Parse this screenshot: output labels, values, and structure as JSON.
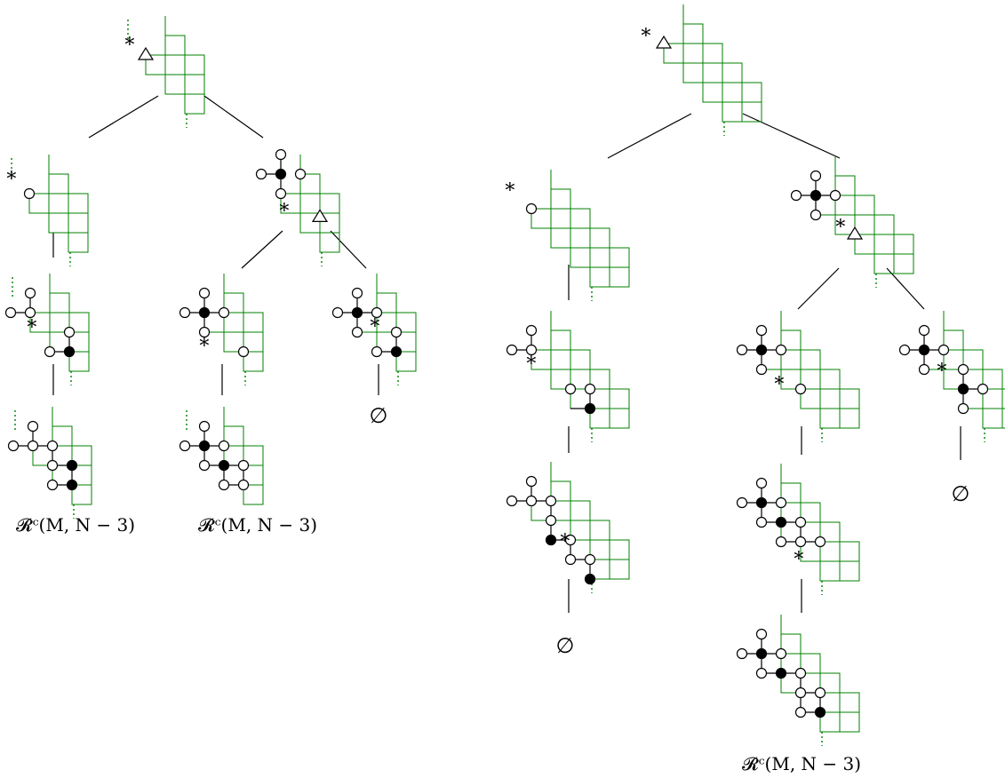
{
  "labels": {
    "rc_left_1": "𝓡ᶜ(M, N − 3)",
    "rc_left_2": "𝓡ᶜ(M, N − 3)",
    "rc_right": "𝓡ᶜ(M, N − 3)",
    "empty_1": "∅",
    "empty_2": "∅",
    "empty_3": "∅",
    "star": "∗"
  },
  "colors": {
    "grid": "#008000",
    "line": "#000000",
    "filled": "#000000",
    "open": "#ffffff"
  }
}
